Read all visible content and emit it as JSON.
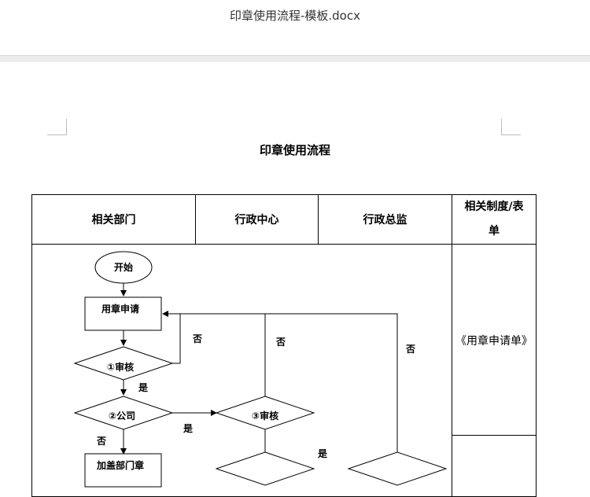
{
  "window": {
    "title": "印章使用流程-模板.docx"
  },
  "document": {
    "heading": "印章使用流程",
    "table": {
      "headers": [
        "相关部门",
        "行政中心",
        "行政总监",
        "相关制度/表单"
      ],
      "header_last_lines": [
        "相关制度/表",
        "单"
      ],
      "related_form": "《用章申请单》"
    },
    "flowchart": {
      "start": "开始",
      "apply": "用章申请",
      "review1": "①审核",
      "step2": "②公司",
      "review3": "③审核",
      "dept_box": "加盖部门章",
      "yes": "是",
      "no": "否"
    }
  }
}
